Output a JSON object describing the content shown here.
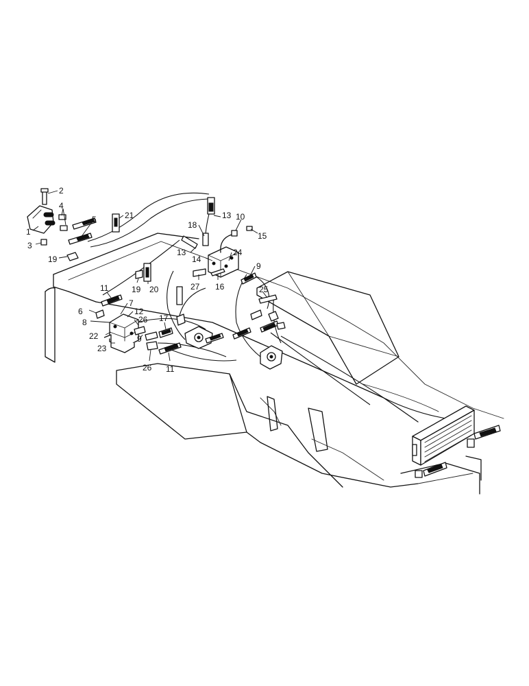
{
  "callouts": [
    {
      "id": "c2",
      "text": "2"
    },
    {
      "id": "c4",
      "text": "4"
    },
    {
      "id": "c5",
      "text": "5"
    },
    {
      "id": "c1",
      "text": "1"
    },
    {
      "id": "c3",
      "text": "3"
    },
    {
      "id": "c19a",
      "text": "19"
    },
    {
      "id": "c21",
      "text": "21"
    },
    {
      "id": "c18",
      "text": "18"
    },
    {
      "id": "c13a",
      "text": "13"
    },
    {
      "id": "c10",
      "text": "10"
    },
    {
      "id": "c15",
      "text": "15"
    },
    {
      "id": "c13b",
      "text": "13"
    },
    {
      "id": "c14",
      "text": "14"
    },
    {
      "id": "c24",
      "text": "24"
    },
    {
      "id": "c9a",
      "text": "9"
    },
    {
      "id": "c27",
      "text": "27"
    },
    {
      "id": "c16",
      "text": "16"
    },
    {
      "id": "c19b",
      "text": "19"
    },
    {
      "id": "c20",
      "text": "20"
    },
    {
      "id": "c11a",
      "text": "11"
    },
    {
      "id": "c25",
      "text": "25"
    },
    {
      "id": "c6",
      "text": "6"
    },
    {
      "id": "c7",
      "text": "7"
    },
    {
      "id": "c12",
      "text": "12"
    },
    {
      "id": "c8",
      "text": "8"
    },
    {
      "id": "c26a",
      "text": "26"
    },
    {
      "id": "c17",
      "text": "17"
    },
    {
      "id": "c22",
      "text": "22"
    },
    {
      "id": "c9b",
      "text": "9"
    },
    {
      "id": "c23",
      "text": "23"
    },
    {
      "id": "c26b",
      "text": "26"
    },
    {
      "id": "c11b",
      "text": "11"
    }
  ]
}
